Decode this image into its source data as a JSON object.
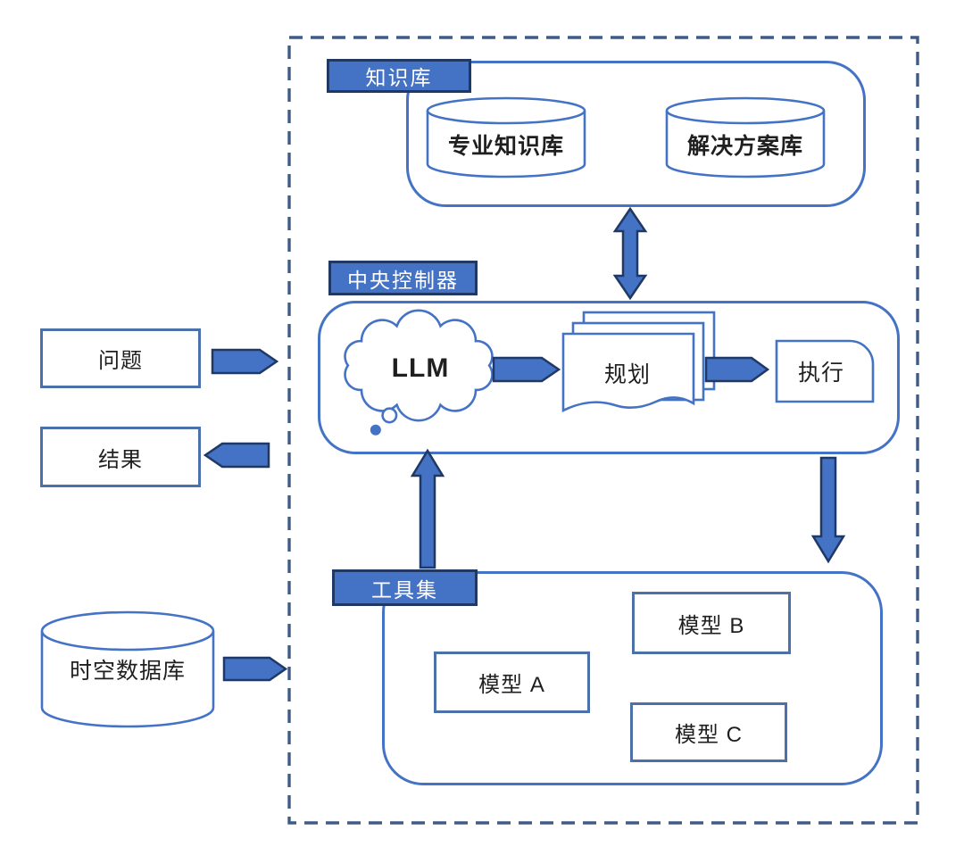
{
  "colors": {
    "arrow_fill": "#4472C4",
    "arrow_border": "#1F3864",
    "tag_fill": "#4472C4",
    "tag_border": "#1F3864",
    "tag_text": "#FFFFFF",
    "outline": "#4472C4",
    "box_border": "#4C70A8",
    "boundary_dash": "#3E5C87",
    "text": "#1F1F1F",
    "background": "#FFFFFF"
  },
  "knowledge_base": {
    "tag": "知识库",
    "professional_kb": "专业知识库",
    "solution_kb": "解决方案库"
  },
  "central_controller": {
    "tag": "中央控制器",
    "llm": "LLM",
    "planning": "规划",
    "execution": "执行"
  },
  "toolset": {
    "tag": "工具集",
    "model_a": "模型 A",
    "model_b": "模型 B",
    "model_c": "模型 C"
  },
  "io": {
    "question": "问题",
    "result": "结果",
    "spatiotemporal_db": "时空数据库"
  }
}
